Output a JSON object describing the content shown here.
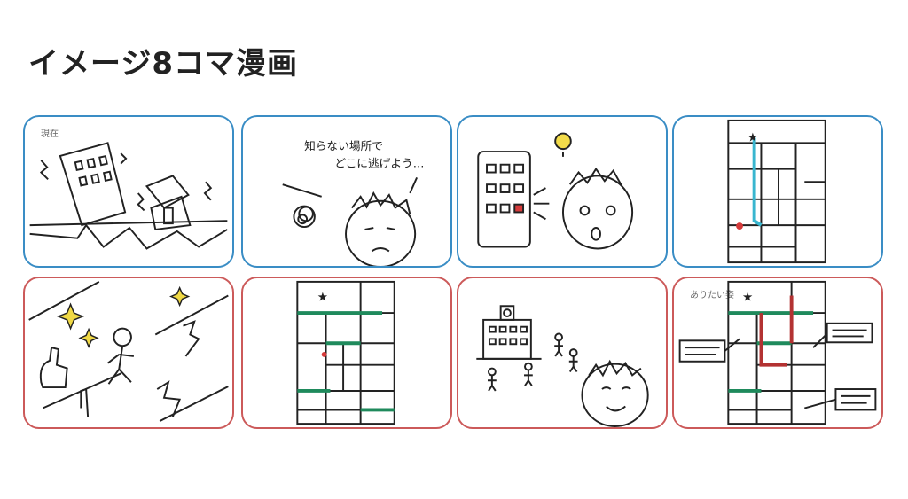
{
  "slide": {
    "title": "イメージ8コマ漫画"
  },
  "panels": [
    {
      "label": "現在"
    },
    {
      "speech_line1": "知らない場所で",
      "speech_line2": "どこに逃げよう…"
    },
    {},
    {},
    {},
    {},
    {},
    {
      "label": "ありたい姿"
    }
  ]
}
